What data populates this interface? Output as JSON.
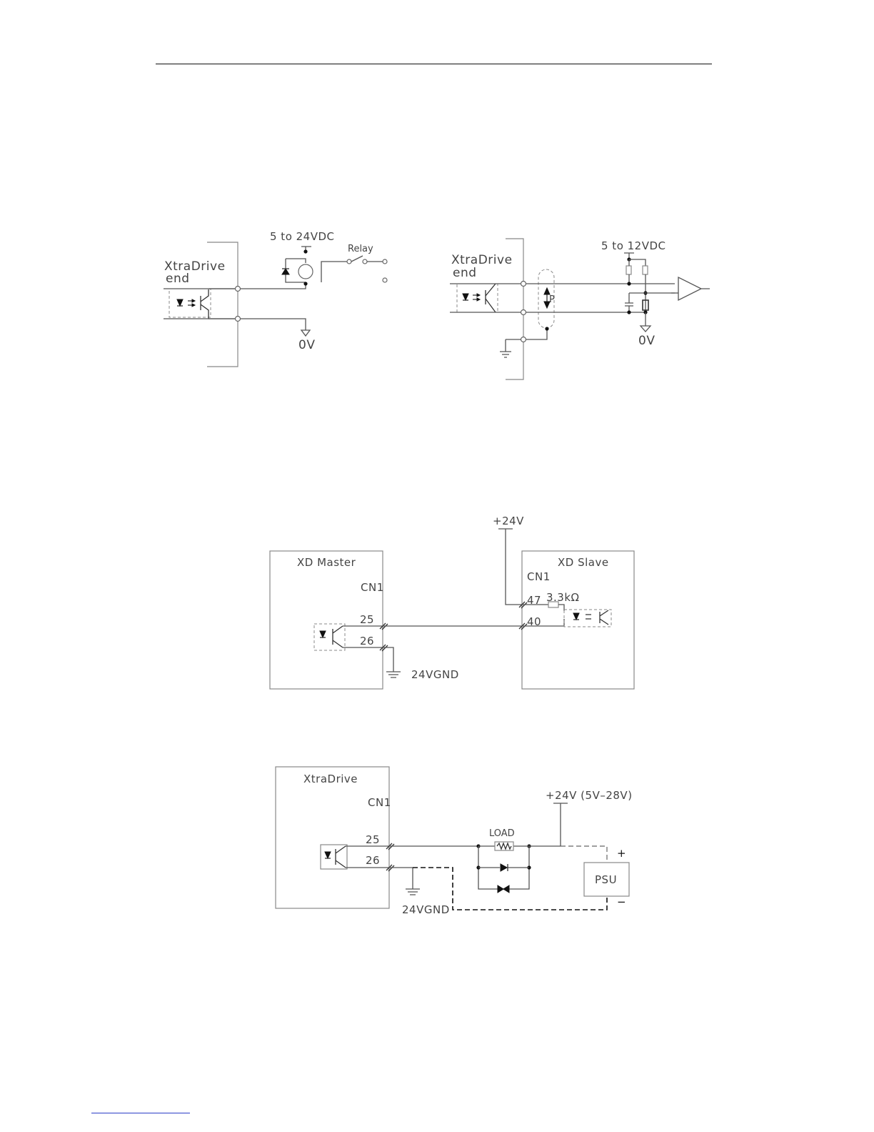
{
  "fig1": {
    "drive_label_line1": "XtraDrive",
    "drive_label_line2": "end",
    "supply": "5 to 24VDC",
    "relay": "Relay",
    "ground": "0V"
  },
  "fig2": {
    "drive_label_line1": "XtraDrive",
    "drive_label_line2": "end",
    "supply": "5 to 12VDC",
    "shield": "P",
    "ground": "0V"
  },
  "fig3": {
    "master": "XD Master",
    "slave": "XD Slave",
    "master_connector": "CN1",
    "slave_connector": "CN1",
    "supply": "+24V",
    "resistor": "3.3kΩ",
    "pin_25": "25",
    "pin_26": "26",
    "pin_47": "47",
    "pin_40": "40",
    "ground": "24VGND"
  },
  "fig4": {
    "drive": "XtraDrive",
    "connector": "CN1",
    "pin_25": "25",
    "pin_26": "26",
    "load": "LOAD",
    "supply": "+24V (5V–28V)",
    "psu": "PSU",
    "plus": "+",
    "minus": "−",
    "ground": "24VGND"
  }
}
